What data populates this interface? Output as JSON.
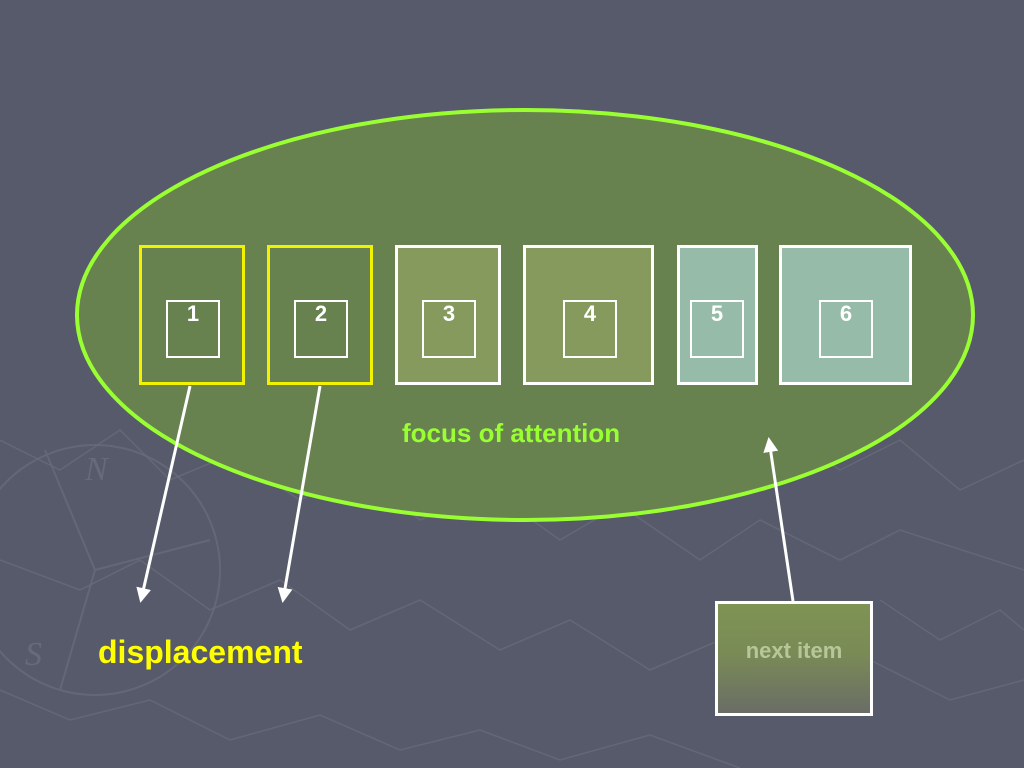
{
  "items": [
    {
      "id": "1",
      "state": "displaced"
    },
    {
      "id": "2",
      "state": "displaced"
    },
    {
      "id": "3",
      "state": "in-focus"
    },
    {
      "id": "4",
      "state": "in-focus"
    },
    {
      "id": "5",
      "state": "incoming"
    },
    {
      "id": "6",
      "state": "incoming"
    }
  ],
  "labels": {
    "focus": "focus of attention",
    "displacement": "displacement",
    "next_item": "next item"
  },
  "colors": {
    "background": "#575a6a",
    "ellipse_fill": "#67824f",
    "ellipse_stroke": "#99ff33",
    "focus_text": "#99ff33",
    "displacement_text": "#ffff00",
    "displaced_border": "#f2f200",
    "in_focus_fill": "#879a5e",
    "incoming_fill": "#97bba9",
    "arrow": "#ffffff"
  }
}
